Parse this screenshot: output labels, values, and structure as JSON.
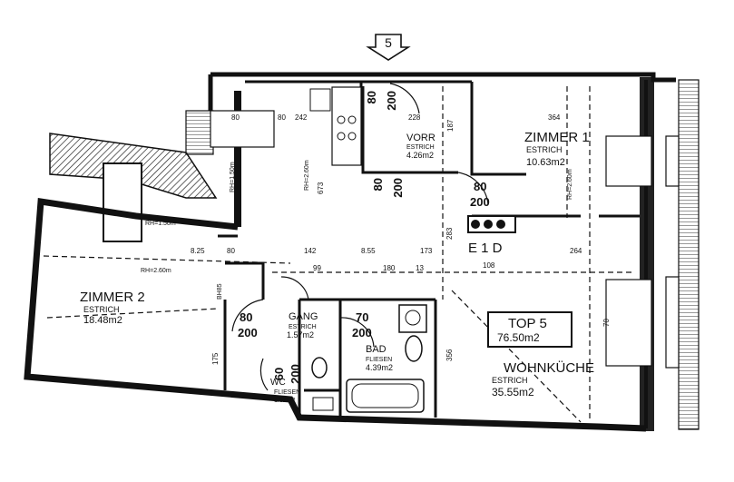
{
  "marker": {
    "label": "5"
  },
  "rooms": {
    "zimmer2": {
      "name": "ZIMMER 2",
      "finish": "ESTRICH",
      "area": "18.48m2"
    },
    "zimmer1": {
      "name": "ZIMMER 1",
      "finish": "ESTRICH",
      "area": "10.63m2"
    },
    "vorr": {
      "name": "VORR",
      "finish": "ESTRICH",
      "area": "4.26m2"
    },
    "gang": {
      "name": "GANG",
      "finish": "ESTRICH",
      "area": "1.57m2"
    },
    "bad": {
      "name": "BAD",
      "finish": "FLIESEN",
      "area": "4.39m2"
    },
    "wc": {
      "name": "WC",
      "finish": "FLIESEN",
      "area": "1.62m2"
    },
    "wohnkueche": {
      "name": "WOHNKÜCHE",
      "finish": "ESTRICH",
      "area": "35.55m2"
    }
  },
  "unit": {
    "name": "TOP 5",
    "area": "76.50m2"
  },
  "floor_code": "E 1 D",
  "doors": [
    {
      "w": "80",
      "h": "200"
    },
    {
      "w": "80",
      "h": "200"
    },
    {
      "w": "80",
      "h": "200"
    },
    {
      "w": "80",
      "h": "200"
    },
    {
      "w": "70",
      "h": "200"
    },
    {
      "w": "60",
      "h": "200"
    }
  ],
  "dimensions": {
    "d242": "242",
    "d228": "228",
    "d364": "364",
    "d80a": "80",
    "d80b": "80",
    "d825": "8.25",
    "d80c": "80",
    "d142": "142",
    "d855": "8.55",
    "d173": "173",
    "d108": "108",
    "d264": "264",
    "d99": "99",
    "d180": "180",
    "d356": "356",
    "d283": "283",
    "d175": "175",
    "d673": "673",
    "d187": "187",
    "d13": "13",
    "d70": "70"
  },
  "annotations": {
    "rh1": "RH=1.50m",
    "rh2": "RH=2.60m",
    "rh3": "RH=2.60m",
    "rh4": "RH=1.50m",
    "rh5": "RH=2.60m",
    "bh": "BH85"
  }
}
